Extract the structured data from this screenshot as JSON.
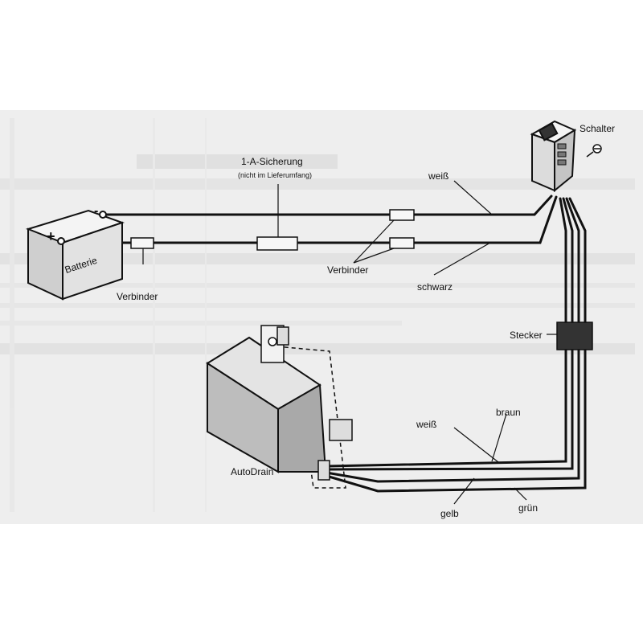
{
  "labels": {
    "schalter": "Schalter",
    "sicherung": "1-A-Sicherung",
    "sicherung_note": "(nicht im Lieferumfang)",
    "weiss_top": "weiß",
    "batterie": "Batterie",
    "plus": "+",
    "minus": "-",
    "verbinder_left": "Verbinder",
    "verbinder_right": "Verbinder",
    "schwarz": "schwarz",
    "stecker": "Stecker",
    "weiss_bottom": "weiß",
    "braun": "braun",
    "autodrain": "AutoDrain",
    "gelb": "gelb",
    "gruen": "grün"
  },
  "colors": {
    "ink": "#111111",
    "scan_bg": "#eeeeee",
    "ghost_text": "#c9c9c9"
  }
}
